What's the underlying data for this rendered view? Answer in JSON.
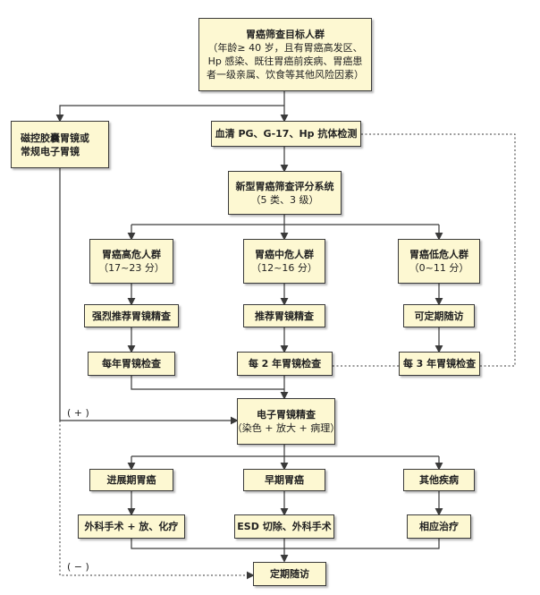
{
  "nodes": {
    "target": [
      "胃癌筛查目标人群",
      "（年龄≥ 40 岁，且有胃癌高发区、",
      "Hp 感染、既往胃癌前疾病、胃癌患",
      "者一级亲属、饮食等其他风险因素）"
    ],
    "capsule": [
      "磁控胶囊胃镜或",
      "常规电子胃镜"
    ],
    "serum": [
      "血清 PG、G-17、Hp 抗体检测"
    ],
    "scoring": [
      "新型胃癌筛查评分系统",
      "（5 类、3 级）"
    ],
    "high_risk": [
      "胃癌高危人群",
      "（17~23 分）"
    ],
    "mid_risk": [
      "胃癌中危人群",
      "（12~16 分）"
    ],
    "low_risk": [
      "胃癌低危人群",
      "（0~11 分）"
    ],
    "strong_rec": [
      "强烈推荐胃镜精查"
    ],
    "rec": [
      "推荐胃镜精查"
    ],
    "follow_regular": [
      "可定期随访"
    ],
    "yearly": [
      "每年胃镜检查"
    ],
    "two_year": [
      "每 2 年胃镜检查"
    ],
    "three_year": [
      "每 3 年胃镜检查"
    ],
    "electronic": [
      "电子胃镜精查",
      "（染色 + 放大 + 病理）"
    ],
    "advanced": [
      "进展期胃癌"
    ],
    "early": [
      "早期胃癌"
    ],
    "other": [
      "其他疾病"
    ],
    "surgery_chemo": [
      "外科手术 + 放、化疗"
    ],
    "esd": [
      "ESD 切除、外科手术"
    ],
    "treatment": [
      "相应治疗"
    ],
    "followup": [
      "定期随访"
    ]
  },
  "signs": {
    "positive": "( + )",
    "negative": "( − )"
  },
  "colors": {
    "box_fill": "#fdf8d2",
    "line": "#3a3a3a"
  }
}
